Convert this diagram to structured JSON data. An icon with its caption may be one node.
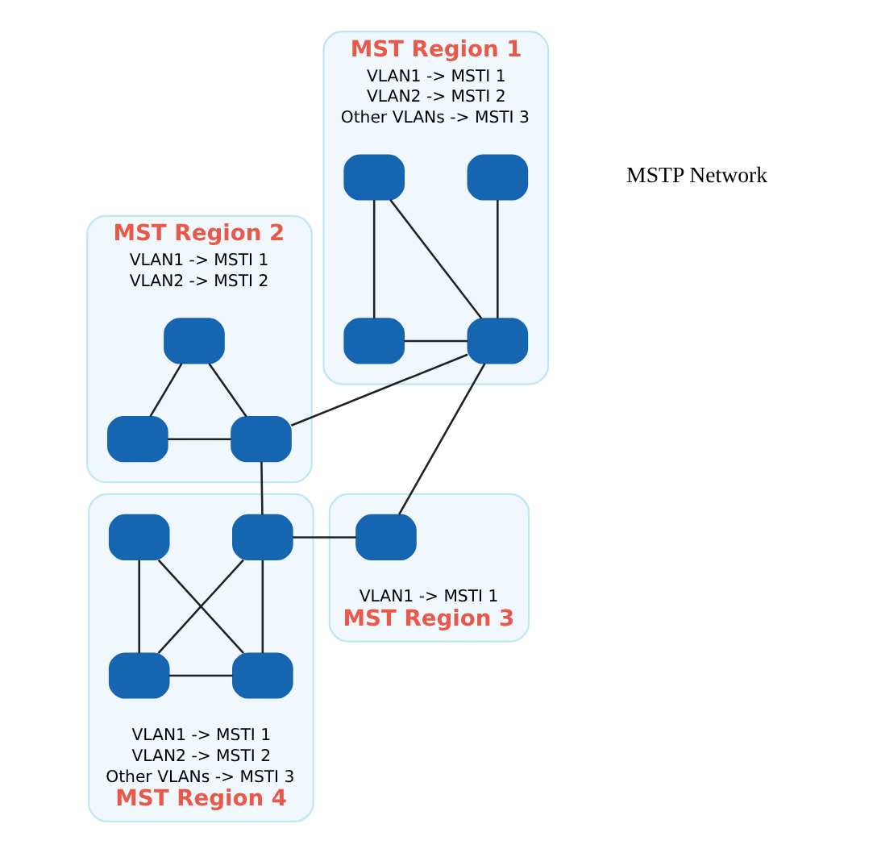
{
  "diagram": {
    "nodes": [
      {
        "text": [
          "MST Region 1",
          "VLAN1 -> MSTI 1",
          "VLAN2 -> MSTI 2",
          "Other VLANs -> MSTI 3"
        ]
      },
      {
        "text": [],
        "shape": "box",
        "in": 0
      },
      {
        "text": [],
        "shape": "box",
        "in": 0
      },
      {
        "text": [],
        "shape": "box",
        "in": 0
      },
      {
        "text": [],
        "shape": "box",
        "in": 0
      },
      {
        "text": [
          "MST Region 2",
          "VLAN1 -> MSTI 1",
          "VLAN2 -> MSTI 2"
        ]
      },
      {
        "text": [],
        "shape": "box",
        "in": 5
      },
      {
        "text": [],
        "shape": "box",
        "in": 5
      },
      {
        "text": [],
        "shape": "box",
        "in": 5
      },
      {
        "text": [
          "VLAN1 -> MSTI 1",
          "MST Region 3"
        ]
      },
      {
        "text": [],
        "shape": "box",
        "in": 9
      },
      {
        "text": [
          "VLAN1 -> MSTI 1",
          "VLAN2 -> MSTI 2",
          "Other VLANs -> MSTI 3",
          "MST Region 4"
        ]
      },
      {
        "text": [],
        "shape": "box",
        "in": 11
      },
      {
        "text": [],
        "shape": "box",
        "in": 11
      },
      {
        "text": [],
        "shape": "box",
        "in": 11
      },
      {
        "text": [],
        "shape": "box",
        "in": 11
      }
    ],
    "edges": [
      {
        "from": 1,
        "to": 3,
        "arrow": "none"
      },
      {
        "from": 1,
        "to": 4,
        "arrow": "none"
      },
      {
        "from": 2,
        "to": 4,
        "arrow": "none"
      },
      {
        "from": 3,
        "to": 4,
        "arrow": "none"
      },
      {
        "from": 4,
        "to": 7,
        "arrow": "none"
      },
      {
        "from": 4,
        "to": 10,
        "arrow": "none"
      },
      {
        "from": 6,
        "to": 7,
        "arrow": "none"
      },
      {
        "from": 6,
        "to": 8,
        "arrow": "none"
      },
      {
        "from": 7,
        "to": 8,
        "arrow": "none"
      },
      {
        "from": 7,
        "to": 12,
        "arrow": "none"
      },
      {
        "from": 10,
        "to": 12,
        "arrow": "none"
      },
      {
        "from": 12,
        "to": 14,
        "arrow": "none"
      },
      {
        "from": 12,
        "to": 15,
        "arrow": "none"
      },
      {
        "from": 13,
        "to": 14,
        "arrow": "none"
      },
      {
        "from": 13,
        "to": 15,
        "arrow": "none"
      },
      {
        "from": 14,
        "to": 15,
        "arrow": "none"
      }
    ],
    "labels": [
      "MSTP Network"
    ]
  }
}
